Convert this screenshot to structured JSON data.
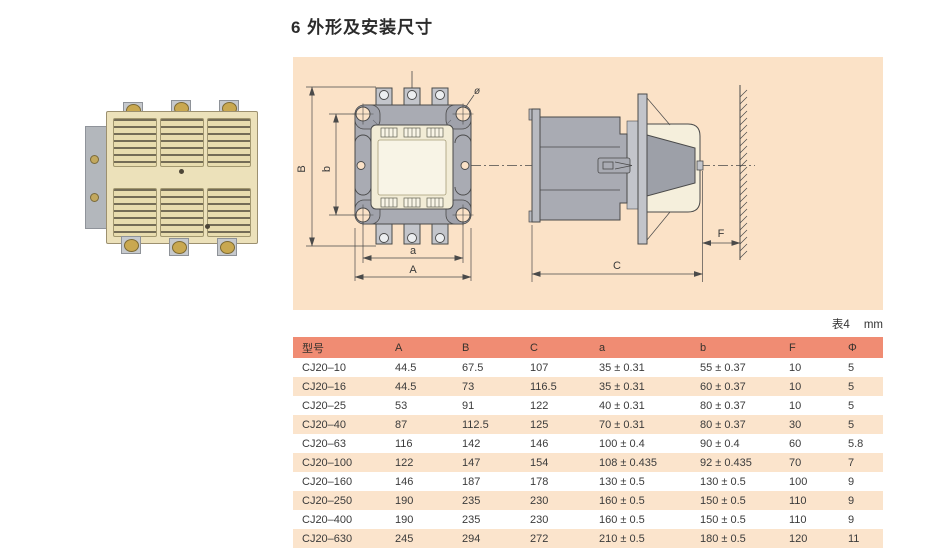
{
  "page": {
    "title": "6 外形及安装尺寸"
  },
  "photo": {
    "name": "CJ20 contactor product photo"
  },
  "diagram": {
    "labels": {
      "B": "B",
      "b": "b",
      "a": "a",
      "A": "A",
      "C": "C",
      "F": "F",
      "dia": "ø"
    },
    "colors": {
      "panel_bg": "#fbe2c7",
      "body_gray": "#a9abb3",
      "cream": "#f2ecd6",
      "line": "#4a4a4a"
    }
  },
  "table_note": {
    "label": "表4",
    "unit": "mm"
  },
  "table": {
    "columns": [
      "型号",
      "A",
      "B",
      "C",
      "a",
      "b",
      "F",
      "Φ"
    ],
    "rows": [
      [
        "CJ20–10",
        "44.5",
        "67.5",
        "107",
        "35 ± 0.31",
        "55 ± 0.37",
        "10",
        "5"
      ],
      [
        "CJ20–16",
        "44.5",
        "73",
        "116.5",
        "35 ± 0.31",
        "60 ± 0.37",
        "10",
        "5"
      ],
      [
        "CJ20–25",
        "53",
        "91",
        "122",
        "40 ± 0.31",
        "80 ± 0.37",
        "10",
        "5"
      ],
      [
        "CJ20–40",
        "87",
        "112.5",
        "125",
        "70 ± 0.31",
        "80 ± 0.37",
        "30",
        "5"
      ],
      [
        "CJ20–63",
        "116",
        "142",
        "146",
        "100 ± 0.4",
        "90 ± 0.4",
        "60",
        "5.8"
      ],
      [
        "CJ20–100",
        "122",
        "147",
        "154",
        "108 ± 0.435",
        "92 ± 0.435",
        "70",
        "7"
      ],
      [
        "CJ20–160",
        "146",
        "187",
        "178",
        "130 ± 0.5",
        "130 ± 0.5",
        "100",
        "9"
      ],
      [
        "CJ20–250",
        "190",
        "235",
        "230",
        "160 ± 0.5",
        "150 ± 0.5",
        "110",
        "9"
      ],
      [
        "CJ20–400",
        "190",
        "235",
        "230",
        "160 ± 0.5",
        "150 ± 0.5",
        "110",
        "9"
      ],
      [
        "CJ20–630",
        "245",
        "294",
        "272",
        "210 ± 0.5",
        "180 ± 0.5",
        "120",
        "11"
      ]
    ]
  },
  "colors": {
    "header_salmon": "#f08c73",
    "row_alt_peach": "#fbe4cc",
    "diagram_peach": "#fbe2c7"
  }
}
